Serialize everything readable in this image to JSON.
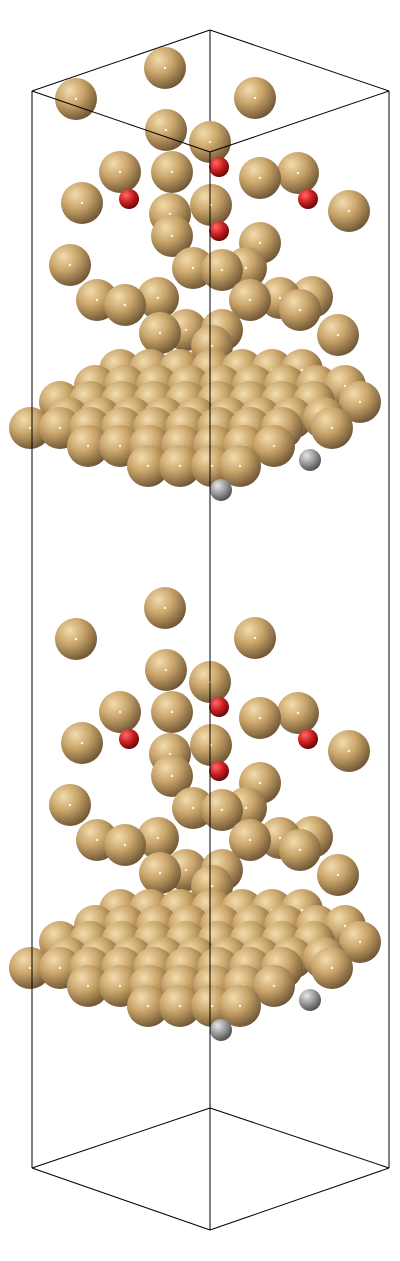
{
  "colors": {
    "background": "#ffffff",
    "cell_edge": "#000000",
    "gold_base": "#c9a56a",
    "gold_light": "#ecd3a0",
    "gold_dark": "#6b5233",
    "oxygen": "#cc1f1f",
    "oxygen_dark": "#5e0707",
    "carbon": "#9a9a9a",
    "carbon_dark": "#4a4a4a"
  },
  "atom_types": [
    "Au",
    "O",
    "C"
  ]
}
